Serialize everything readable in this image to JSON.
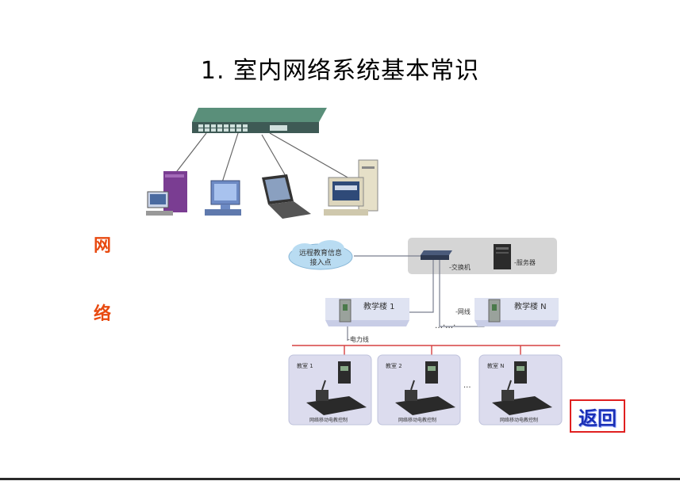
{
  "title": "1. 室内网络系统基本常识",
  "side_text": [
    "网",
    "络"
  ],
  "return_button": "返回",
  "diagram": {
    "cloud_line1": "远程教育信息",
    "cloud_line2": "接入点",
    "switch_label": "-交换机",
    "server_label": "-服务器",
    "building_1": "教学楼 1",
    "building_n": "教学楼 N",
    "network_cable": "-网线",
    "building_ellipsis": "…·…·",
    "power_line": "-电力线",
    "classroom_1": "教室 1",
    "classroom_2": "教室 2",
    "classroom_n": "教室 N",
    "classroom_ellipsis": "···",
    "classroom_caption": "网络移动电教控制"
  },
  "colors": {
    "side_text": "#e84a10",
    "return_text": "#1a2fb5",
    "return_border": "#e02020",
    "power_line": "#d64040"
  }
}
